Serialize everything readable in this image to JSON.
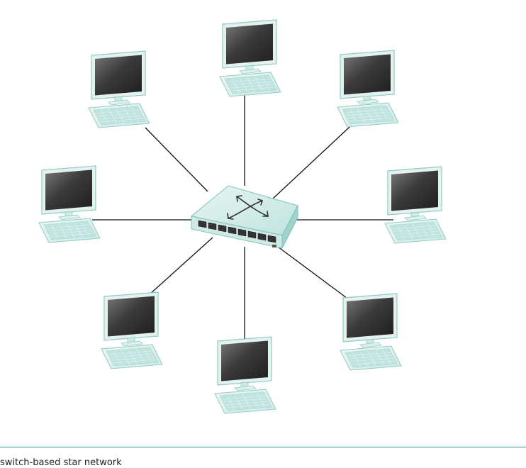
{
  "diagram": {
    "kind": "star-network-topology",
    "hub": {
      "name": "network-switch",
      "port_count": 8
    },
    "nodes": [
      {
        "id": "workstation-1",
        "type": "desktop-computer"
      },
      {
        "id": "workstation-2",
        "type": "desktop-computer"
      },
      {
        "id": "workstation-3",
        "type": "desktop-computer"
      },
      {
        "id": "workstation-4",
        "type": "desktop-computer"
      },
      {
        "id": "workstation-5",
        "type": "desktop-computer"
      },
      {
        "id": "workstation-6",
        "type": "desktop-computer"
      },
      {
        "id": "workstation-7",
        "type": "desktop-computer"
      },
      {
        "id": "workstation-8",
        "type": "desktop-computer"
      }
    ],
    "edges": [
      [
        "network-switch",
        "workstation-1"
      ],
      [
        "network-switch",
        "workstation-2"
      ],
      [
        "network-switch",
        "workstation-3"
      ],
      [
        "network-switch",
        "workstation-4"
      ],
      [
        "network-switch",
        "workstation-5"
      ],
      [
        "network-switch",
        "workstation-6"
      ],
      [
        "network-switch",
        "workstation-7"
      ],
      [
        "network-switch",
        "workstation-8"
      ]
    ]
  },
  "colors": {
    "screen_dark": "#2d2d2d",
    "screen_light": "#6a6a6a",
    "teal_frame": "#bfe3de",
    "teal_edge": "#7cc3bb",
    "link_line": "#111111",
    "rule": "#3a9a92"
  },
  "caption": "switch-based star network"
}
